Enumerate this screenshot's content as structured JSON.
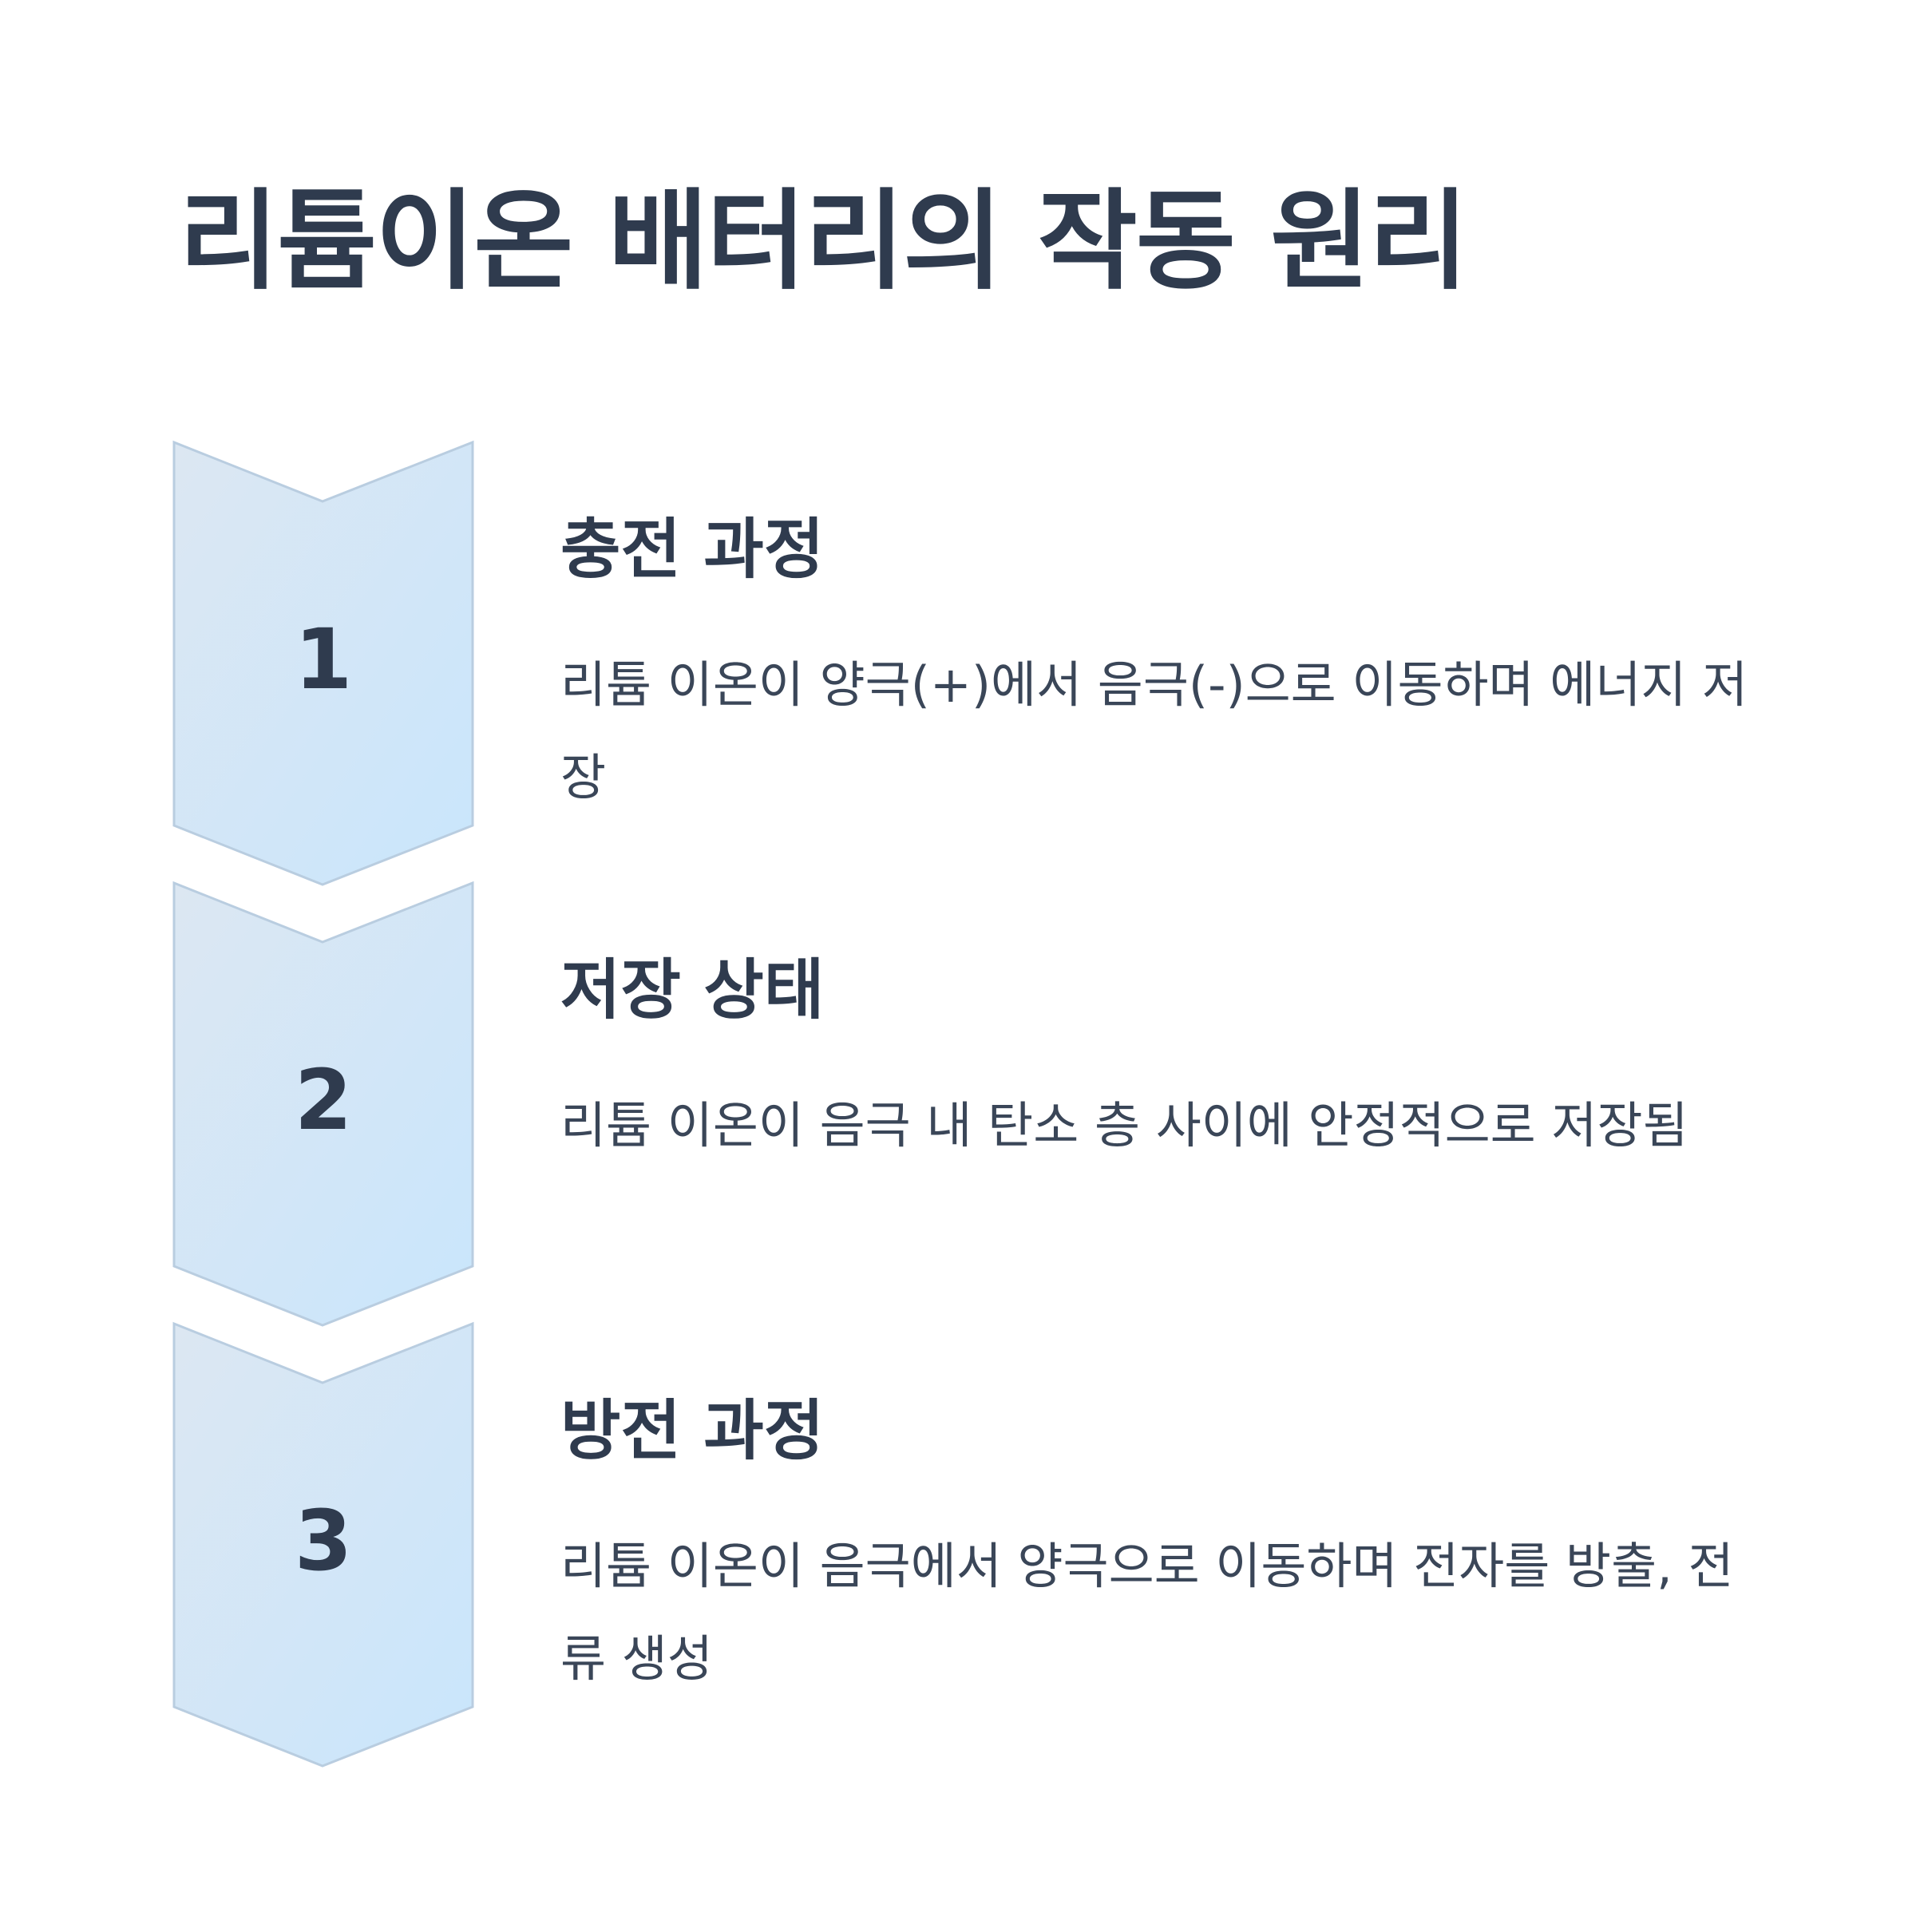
{
  "title": "리튬이온 배터리의 작동 원리",
  "colors": {
    "chevron_fill_top": "#d9e6f2",
    "chevron_fill_bottom": "#cce7fb",
    "chevron_stroke": "#b9cde0",
    "text_dark": "#2f3b4e",
    "text_body": "#3a4658",
    "background": "#ffffff"
  },
  "steps": [
    {
      "number": "1",
      "title": "충전 과정",
      "description": "리튬 이온이 양극(+)에서 음극(-)으로 이동하며 에너지 저장"
    },
    {
      "number": "2",
      "title": "저장 상태",
      "description": "리튬 이온이 음극 내 탄소 층 사이에 안정적으로 저장됨"
    },
    {
      "number": "3",
      "title": "방전 과정",
      "description": "리튬 이온이 음극에서 양극으로 이동하며 전자를 방출, 전류 생성"
    }
  ]
}
